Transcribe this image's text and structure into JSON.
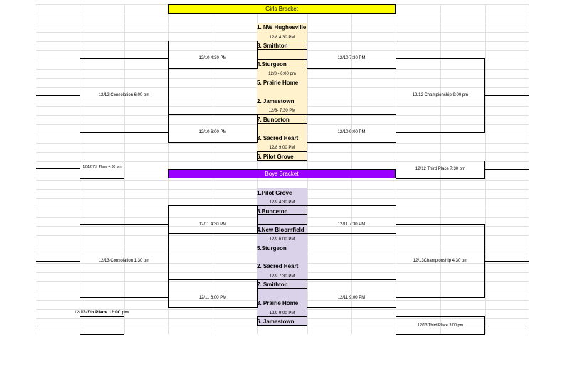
{
  "girls": {
    "title": "Girls Bracket",
    "colors": {
      "banner": "#ffff00",
      "seed_column": "#fff2cc"
    },
    "teams": [
      "1. NW Hughesville",
      "8. Smithton",
      "4.Sturgeon",
      "5. Prairie Home",
      "2. Jamestown",
      "7. Bunceton",
      "3. Sacred Heart",
      "6. Pilot Grove"
    ],
    "first_round_times": [
      "12/8 4:30 PM",
      "12/8 - 6:00 pm",
      "12/8- 7:30 PM",
      "12/8 9:00 PM"
    ],
    "semis": {
      "left_top": "12/10 4:30 PM",
      "left_bottom": "12/10 6:00 PM",
      "right_top": "12/10 7:30 PM",
      "right_bottom": "12/10 9:00 PM"
    },
    "consolation": "12/12 Consolation 6:00 pm",
    "championship": "12/12 Championship 9:00 pm",
    "seventh_place": "12/12 7th Place 4:30 pm",
    "third_place": "12/12 Third Place 7:30 pm"
  },
  "boys": {
    "title": "Boys Bracket",
    "colors": {
      "banner": "#9900ff",
      "seed_column": "#d9d2e9"
    },
    "teams": [
      "1.Pilot Grove",
      "8.Bunceton",
      "4.New Bloomfield",
      "5.Sturgeon",
      "2. Sacred Heart",
      "7. Smithton",
      "3. Prairie Home",
      "6. Jamestown"
    ],
    "first_round_times": [
      "12/9 4:30 PM",
      "12/9 6:00 PM",
      "12/9 7:30 PM",
      "12/9 9:00 PM"
    ],
    "semis": {
      "left_top": "12/11 4:30 PM",
      "left_bottom": "12/11 6:00 PM",
      "right_top": "12/11 7:30 PM",
      "right_bottom": "12/11 9:00 PM"
    },
    "consolation": "12/13 Consolation 1:30 pm",
    "championship": "12/13Championship 4:30 pm",
    "seventh_place": "12/13-7th Place 12:00 pm",
    "third_place": "12/13  Third Place 3:00 pm"
  }
}
